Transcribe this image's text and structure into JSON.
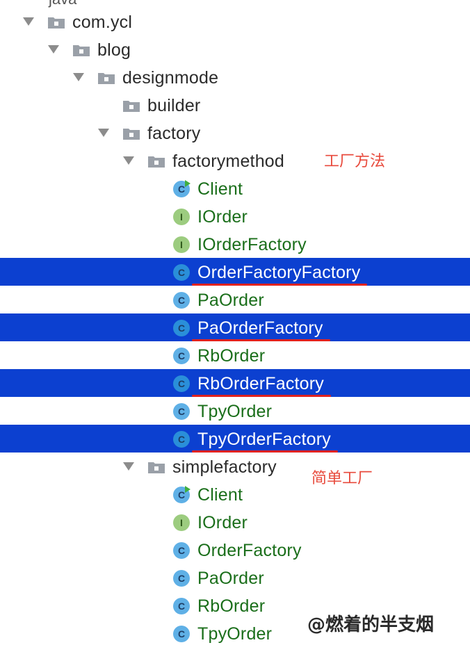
{
  "tree": {
    "packages": {
      "com_ycl": "com.ycl",
      "blog": "blog",
      "designmode": "designmode",
      "builder": "builder",
      "factory": "factory",
      "factorymethod": "factorymethod",
      "simplefactory": "simplefactory"
    },
    "factorymethod_items": [
      {
        "label": "Client",
        "kind": "class-runnable",
        "selected": false
      },
      {
        "label": "IOrder",
        "kind": "interface",
        "selected": false
      },
      {
        "label": "IOrderFactory",
        "kind": "interface",
        "selected": false
      },
      {
        "label": "OrderFactoryFactory",
        "kind": "class",
        "selected": true
      },
      {
        "label": "PaOrder",
        "kind": "class",
        "selected": false
      },
      {
        "label": "PaOrderFactory",
        "kind": "class",
        "selected": true
      },
      {
        "label": "RbOrder",
        "kind": "class",
        "selected": false
      },
      {
        "label": "RbOrderFactory",
        "kind": "class",
        "selected": true
      },
      {
        "label": "TpyOrder",
        "kind": "class",
        "selected": false
      },
      {
        "label": "TpyOrderFactory",
        "kind": "class",
        "selected": true
      }
    ],
    "simplefactory_items": [
      {
        "label": "Client",
        "kind": "class-runnable"
      },
      {
        "label": "IOrder",
        "kind": "interface"
      },
      {
        "label": "OrderFactory",
        "kind": "class"
      },
      {
        "label": "PaOrder",
        "kind": "class"
      },
      {
        "label": "RbOrder",
        "kind": "class"
      },
      {
        "label": "TpyOrder",
        "kind": "class"
      }
    ]
  },
  "annotations": {
    "factorymethod_note": "工厂方法",
    "simplefactory_note": "简单工厂"
  },
  "watermark": "@燃着的半支烟",
  "top_clipped_text": "java",
  "colors": {
    "selection": "#0c40d0",
    "class_text": "#1a6e1a",
    "annotation": "#e84a3c",
    "underline": "#e0221f"
  }
}
